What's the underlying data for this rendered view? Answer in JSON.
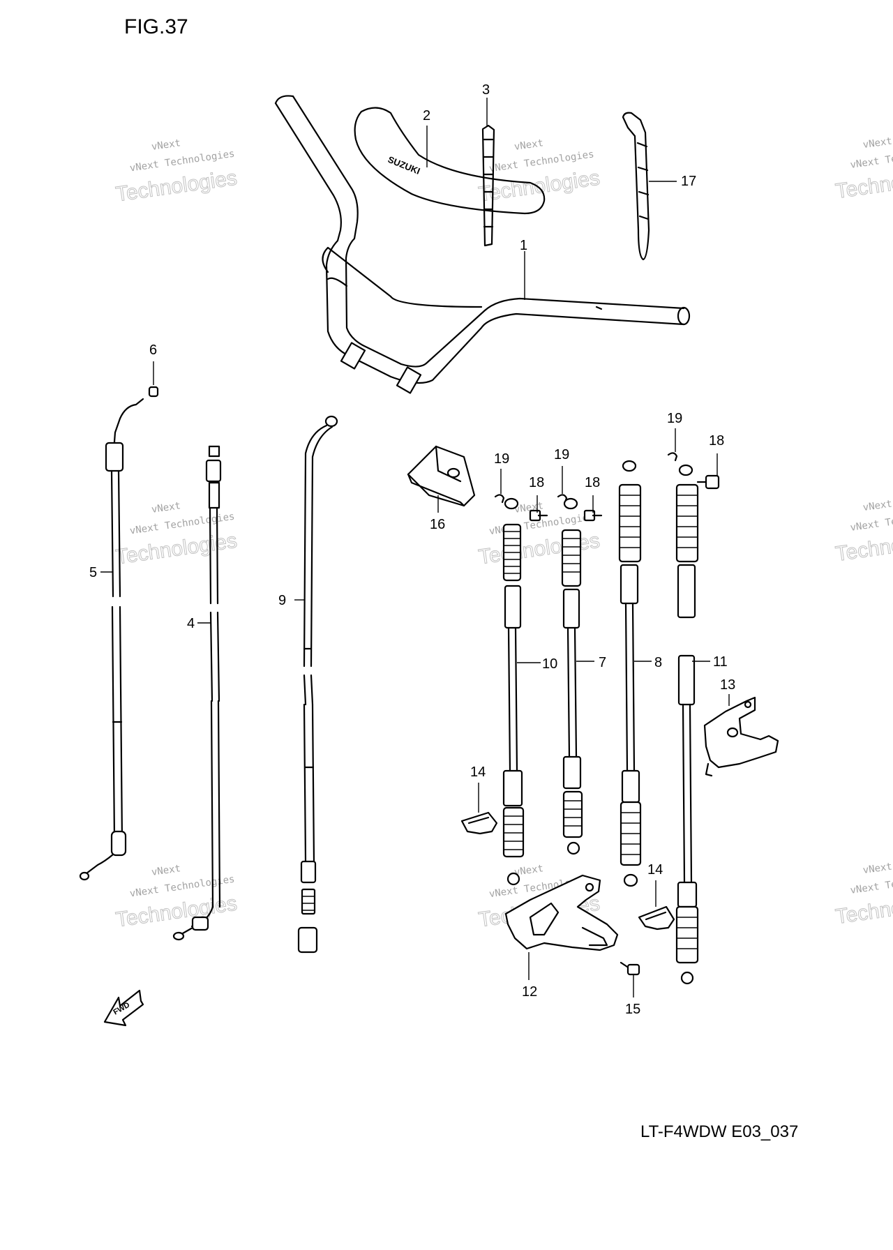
{
  "figure": {
    "title": "FIG.37",
    "code": "LT-F4WDW E03_037"
  },
  "watermark": {
    "line1": "vNext",
    "line2": "vNext Technologies",
    "line3": "Technologies"
  },
  "callouts": {
    "c1": "1",
    "c2": "2",
    "c3": "3",
    "c4": "4",
    "c5": "5",
    "c6": "6",
    "c7": "7",
    "c8": "8",
    "c9": "9",
    "c10": "10",
    "c11": "11",
    "c12": "12",
    "c13": "13",
    "c14a": "14",
    "c14b": "14",
    "c15": "15",
    "c16": "16",
    "c17": "17",
    "c18a": "18",
    "c18b": "18",
    "c18c": "18",
    "c19a": "19",
    "c19b": "19",
    "c19c": "19"
  },
  "badges": {
    "grip_brand": "SUZUKI",
    "fwd_arrow": "FWD"
  }
}
